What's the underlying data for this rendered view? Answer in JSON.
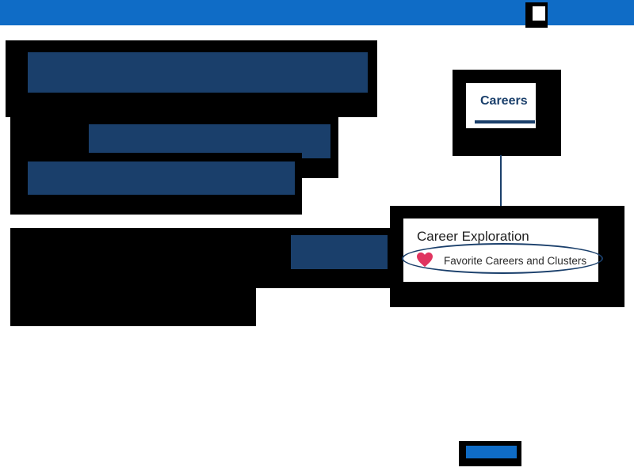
{
  "nav": {
    "tab_label": "Careers"
  },
  "panel": {
    "title": "Career Exploration",
    "favorites_label": "Favorite Careers and Clusters",
    "favorites_icon": "heart-icon"
  },
  "colors": {
    "brand_blue": "#0f6cc6",
    "navy": "#1a3f6b",
    "heart": "#e0345f"
  }
}
